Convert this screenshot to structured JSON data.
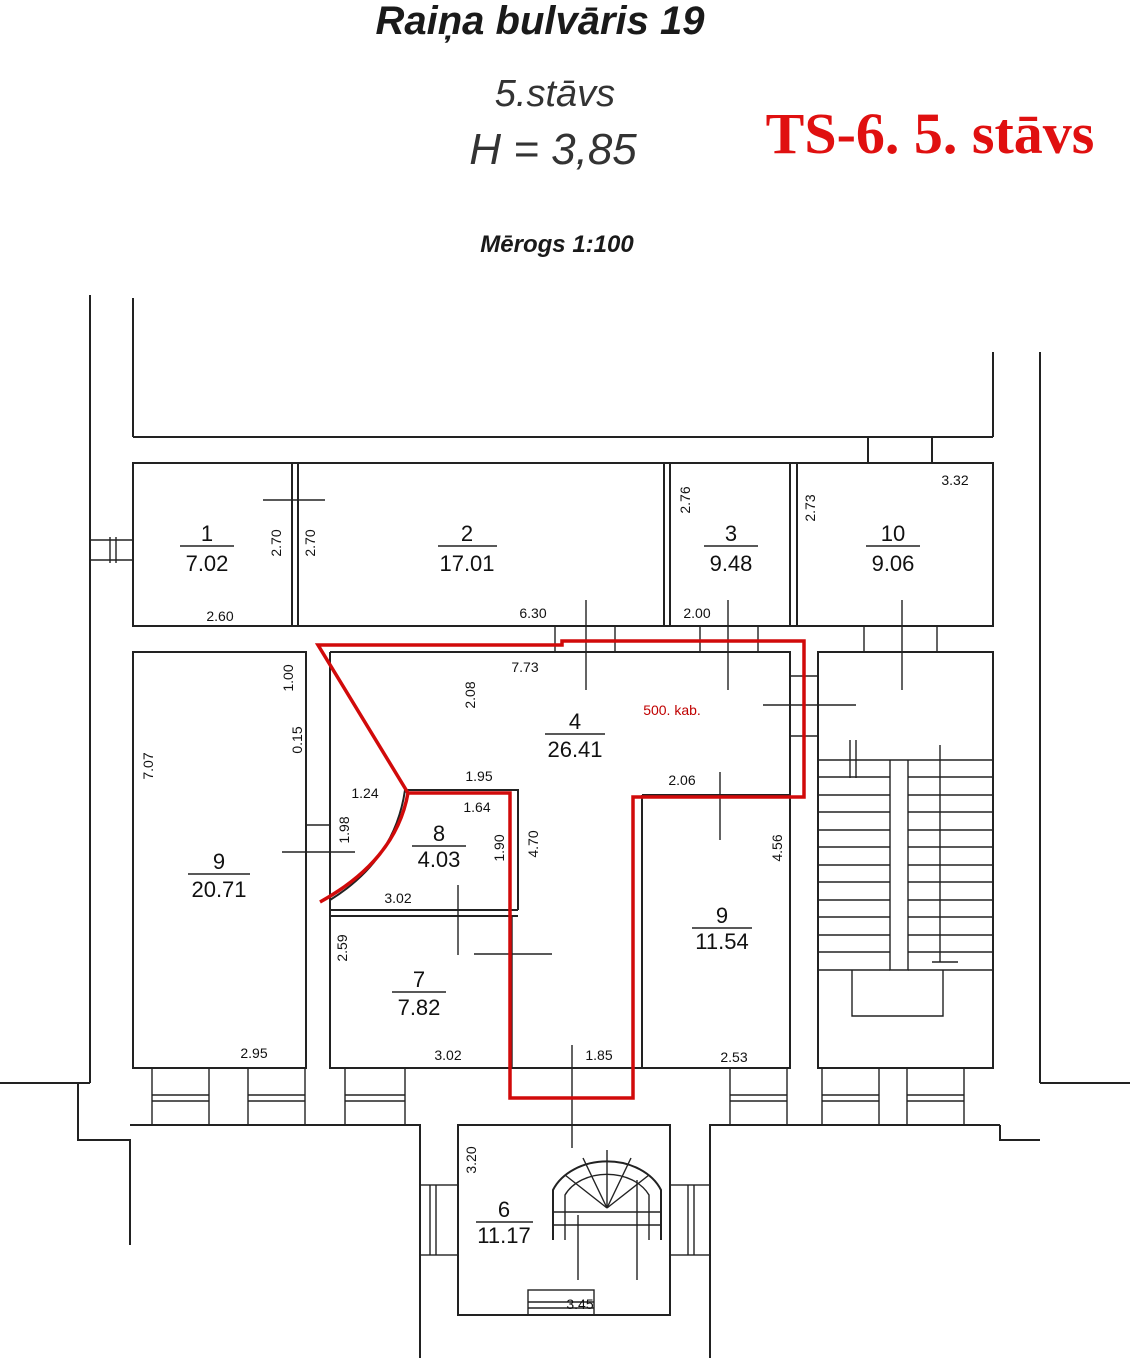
{
  "header": {
    "address": "Raiņa bulvāris 19",
    "floor": "5.stāvs",
    "height": "H = 3,85",
    "scale": "Mērogs 1:100",
    "sheet_label": "TS-6. 5. stāvs"
  },
  "highlight": {
    "office_label": "500. kab.",
    "color": "#d10a0a"
  },
  "rooms": [
    {
      "number": "1",
      "area": "7.02"
    },
    {
      "number": "2",
      "area": "17.01"
    },
    {
      "number": "3",
      "area": "9.48"
    },
    {
      "number": "10",
      "area": "9.06"
    },
    {
      "number": "4",
      "area": "26.41"
    },
    {
      "number": "9",
      "area": "20.71"
    },
    {
      "number": "8",
      "area": "4.03"
    },
    {
      "number": "7",
      "area": "7.82"
    },
    {
      "number": "9",
      "area": "11.54"
    },
    {
      "number": "6",
      "area": "11.17"
    }
  ],
  "dimensions": [
    "2.60",
    "6.30",
    "2.00",
    "3.32",
    "2.70",
    "2.70",
    "2.76",
    "2.73",
    "7.73",
    "1.00",
    "0.15",
    "7.07",
    "2.08",
    "1.24",
    "1.95",
    "1.64",
    "1.98",
    "1.90",
    "4.70",
    "2.06",
    "4.56",
    "3.02",
    "2.59",
    "2.95",
    "3.02",
    "1.85",
    "2.53",
    "3.20",
    "3.45"
  ]
}
